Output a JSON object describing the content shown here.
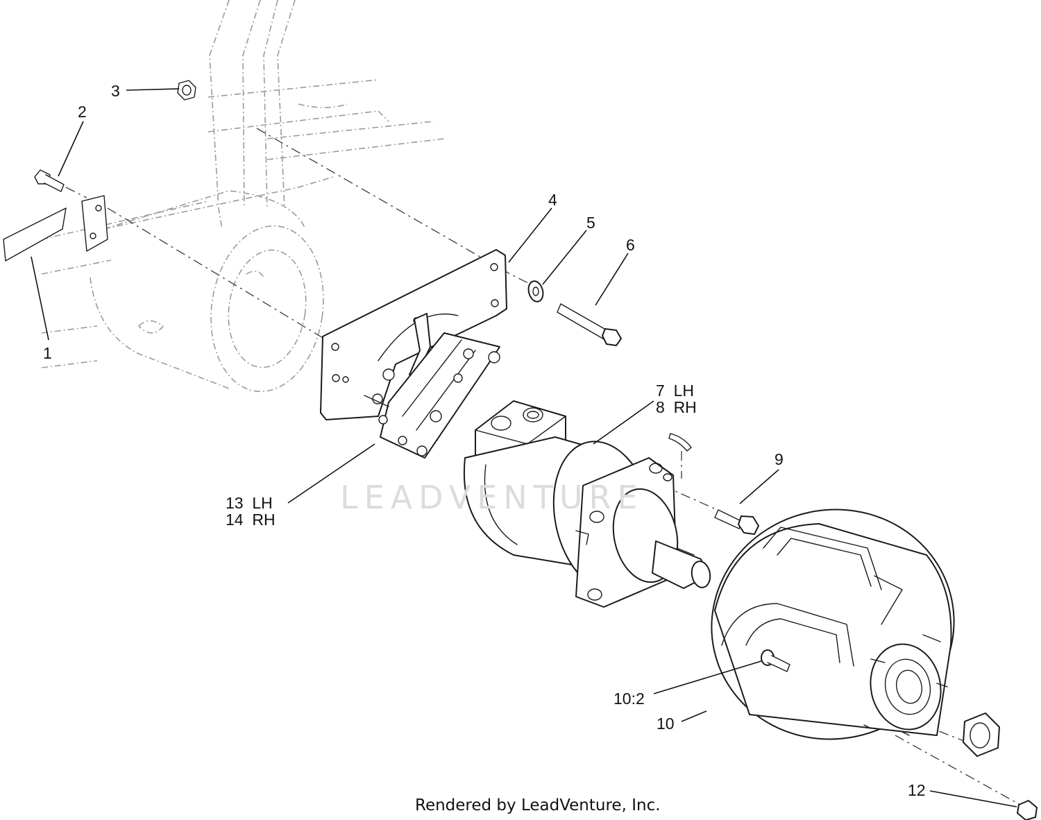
{
  "callouts": [
    {
      "id": "1",
      "text": "1"
    },
    {
      "id": "2",
      "text": "2"
    },
    {
      "id": "3",
      "text": "3"
    },
    {
      "id": "4",
      "text": "4"
    },
    {
      "id": "5",
      "text": "5"
    },
    {
      "id": "6",
      "text": "6"
    },
    {
      "id": "7",
      "text": "7  LH"
    },
    {
      "id": "8",
      "text": "8  RH"
    },
    {
      "id": "9",
      "text": "9"
    },
    {
      "id": "10",
      "text": "10"
    },
    {
      "id": "10_2",
      "text": "10:2"
    },
    {
      "id": "12",
      "text": "12"
    },
    {
      "id": "13",
      "text": "13  LH"
    },
    {
      "id": "14",
      "text": "14  RH"
    }
  ],
  "watermark": "LEADVENTURE",
  "credit": "Rendered by LeadVenture, Inc."
}
